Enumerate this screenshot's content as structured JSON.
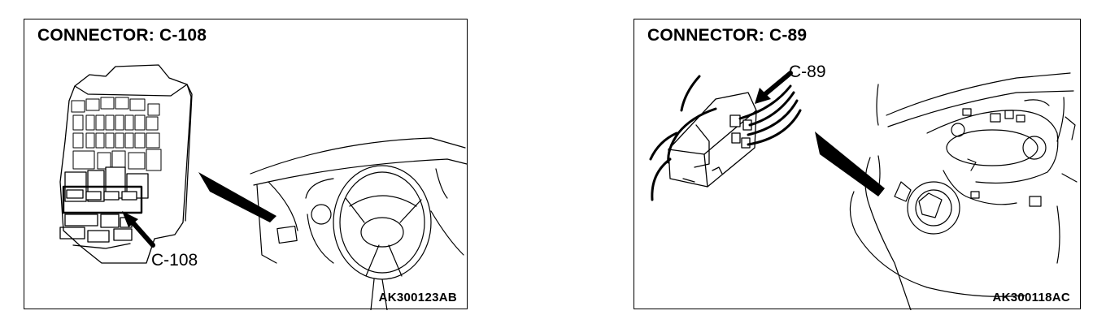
{
  "left_panel": {
    "title": "CONNECTOR: C-108",
    "callout": "C-108",
    "figure_id": "AK300123AB"
  },
  "right_panel": {
    "title": "CONNECTOR: C-89",
    "callout": "C-89",
    "figure_id": "AK300118AC"
  }
}
